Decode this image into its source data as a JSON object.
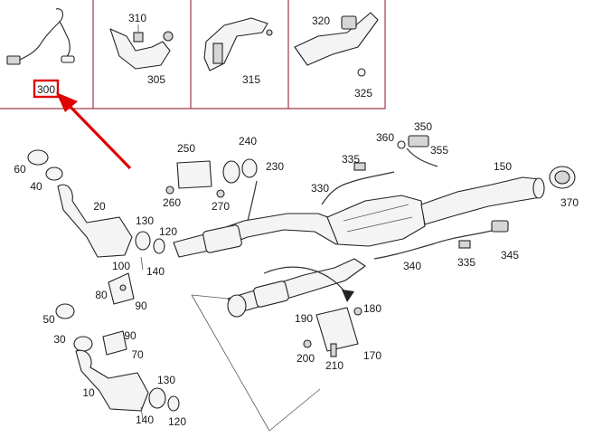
{
  "diagram": {
    "inset_labels": {
      "sensor": "300",
      "bolt": "310",
      "bracket_a": "305",
      "bracket_b": "315",
      "connector": "320",
      "clip": "325"
    },
    "callouts": [
      {
        "id": "c250",
        "text": "250"
      },
      {
        "id": "c240",
        "text": "240"
      },
      {
        "id": "c230",
        "text": "230"
      },
      {
        "id": "c260",
        "text": "260"
      },
      {
        "id": "c270",
        "text": "270"
      },
      {
        "id": "c360",
        "text": "360"
      },
      {
        "id": "c350",
        "text": "350"
      },
      {
        "id": "c355",
        "text": "355"
      },
      {
        "id": "c335a",
        "text": "335"
      },
      {
        "id": "c150",
        "text": "150"
      },
      {
        "id": "c330",
        "text": "330"
      },
      {
        "id": "c370",
        "text": "370"
      },
      {
        "id": "c60",
        "text": "60"
      },
      {
        "id": "c40",
        "text": "40"
      },
      {
        "id": "c20",
        "text": "20"
      },
      {
        "id": "c130a",
        "text": "130"
      },
      {
        "id": "c120a",
        "text": "120"
      },
      {
        "id": "c100",
        "text": "100"
      },
      {
        "id": "c140a",
        "text": "140"
      },
      {
        "id": "c80",
        "text": "80"
      },
      {
        "id": "c90a",
        "text": "90"
      },
      {
        "id": "c340",
        "text": "340"
      },
      {
        "id": "c335b",
        "text": "335"
      },
      {
        "id": "c345",
        "text": "345"
      },
      {
        "id": "c180",
        "text": "180"
      },
      {
        "id": "c190",
        "text": "190"
      },
      {
        "id": "c200",
        "text": "200"
      },
      {
        "id": "c210",
        "text": "210"
      },
      {
        "id": "c170",
        "text": "170"
      },
      {
        "id": "c50",
        "text": "50"
      },
      {
        "id": "c30",
        "text": "30"
      },
      {
        "id": "c90b",
        "text": "90"
      },
      {
        "id": "c70",
        "text": "70"
      },
      {
        "id": "c10",
        "text": "10"
      },
      {
        "id": "c130b",
        "text": "130"
      },
      {
        "id": "c140b",
        "text": "140"
      },
      {
        "id": "c120b",
        "text": "120"
      }
    ],
    "colors": {
      "frame": "#a33a48",
      "highlight": "#e00000",
      "line": "#222222"
    }
  }
}
